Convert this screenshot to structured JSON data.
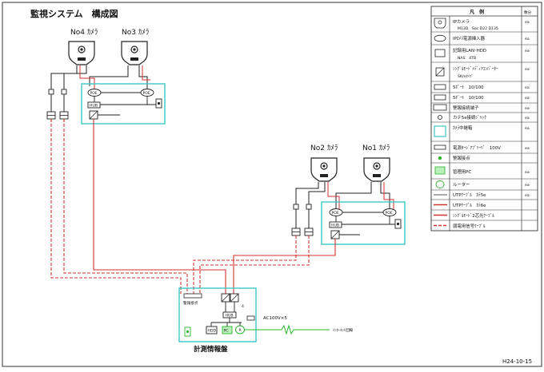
{
  "title": "監視システム　構成図",
  "cameras": {
    "no4": "No4 ｶﾒﾗ",
    "no3": "No3 ｶﾒﾗ",
    "no2": "No2 ｶﾒﾗ",
    "no1": "No1 ｶﾒﾗ"
  },
  "device_labels": {
    "poe": "POE",
    "hub": "HUB",
    "hdd": "HDD",
    "pc": "PC",
    "router": "R"
  },
  "panel": {
    "name": "計測情報盤",
    "alarm_label": "警報接点",
    "power_label": "AC100V×5",
    "count_label": "4"
  },
  "internet_label": "ｲﾝﾀｰﾈｯﾄ回線",
  "date": "H24-10-15",
  "legend": {
    "header_symbol": "凡　例",
    "header_qty": "数分",
    "rows": [
      {
        "text": "IPカメラ",
        "sub": "M13D　Sec D22 D135",
        "qty": "ea"
      },
      {
        "text": "IPｶﾒﾗ電源挿入器",
        "sub": "",
        "qty": "ea"
      },
      {
        "text": "記録用LAN･HDD",
        "sub": "NAS　4TB",
        "qty": "ea"
      },
      {
        "text": "ｼﾝｸﾞﾙﾓｰﾄﾞﾒﾃﾞｨｱｺﾝﾊﾞｰﾀｰ",
        "sub": "SKmﾀｲﾌﾟ",
        "qty": "ea"
      },
      {
        "text": "5ﾎﾟｰﾄ　10/100",
        "sub": "",
        "qty": "ea"
      },
      {
        "text": "5ﾎﾟｰﾄ　10/100",
        "sub": "",
        "qty": "ea"
      },
      {
        "text": "警報接続端子",
        "sub": "",
        "qty": "ea"
      },
      {
        "text": "カテ5e接続ｼﾞｬｯｸ",
        "sub": "",
        "qty": "ea"
      },
      {
        "text": "ｶﾒﾗ中継箱",
        "sub": "",
        "qty": "ea"
      },
      {
        "text": "電源ﾀｰｼﾞｱﾌﾞｿｰﾊﾞ　100V",
        "sub": "",
        "qty": "ea"
      },
      {
        "text": "警報接点",
        "sub": "",
        "qty": ""
      },
      {
        "text": "管理用PC",
        "sub": "",
        "qty": "ea"
      },
      {
        "text": "ルーター",
        "sub": "",
        "qty": "ea"
      },
      {
        "text": "UTPｹｰﾌﾞﾙ　ｶﾃ5e",
        "sub": "",
        "qty": "ea"
      },
      {
        "text": "UTPｹｰﾌﾞﾙ　ｶﾃ6e",
        "sub": "",
        "qty": ""
      },
      {
        "text": "ｼﾝｸﾞﾙﾓｰﾄﾞ2芯光ｹｰﾌﾞﾙ",
        "sub": "",
        "qty": ""
      },
      {
        "text": "弱電用信号ｹｰﾌﾞﾙ",
        "sub": "",
        "qty": ""
      }
    ]
  },
  "colors": {
    "cyan_box": "#3ec6c6",
    "red_cable": "#d2322d",
    "black_cable": "#222222",
    "green": "#2bb52b"
  }
}
